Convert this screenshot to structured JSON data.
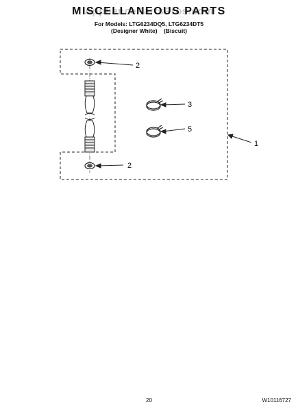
{
  "header": {
    "watermark": "AppliancePartsPros.com",
    "title": "MISCELLANEOUS PARTS",
    "models_line": "For Models: LTG6234DQ5, LTG6234DT5",
    "colors_line": "(Designer White)    (Biscuit)"
  },
  "diagram": {
    "callouts": [
      {
        "id": "washer-top",
        "label": "2"
      },
      {
        "id": "washer-bottom",
        "label": "2"
      },
      {
        "id": "clamp-3",
        "label": "3"
      },
      {
        "id": "clamp-5",
        "label": "5"
      },
      {
        "id": "kit",
        "label": "1"
      }
    ]
  },
  "footer": {
    "page_number": "20",
    "doc_number": "W10116727"
  }
}
